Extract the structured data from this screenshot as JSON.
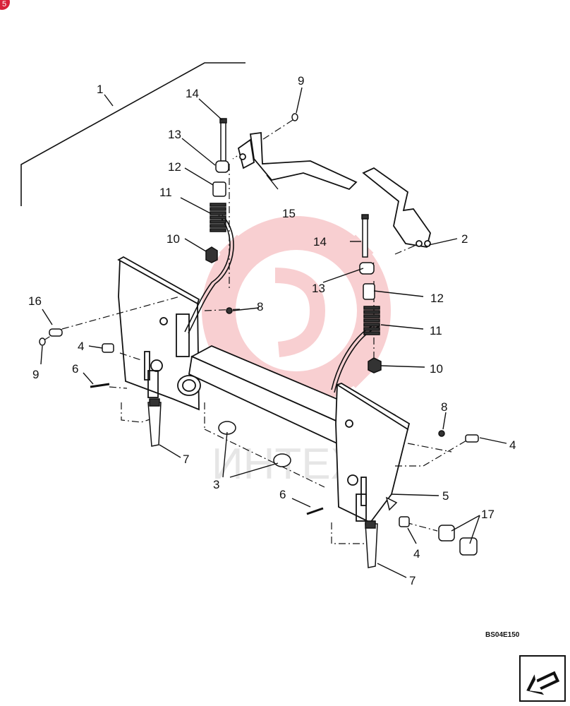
{
  "badge": {
    "text": "5"
  },
  "drawing_code": "BS04E150",
  "watermark": {
    "text": "ИНТЕХ",
    "color": "#f3a9ad"
  },
  "icons": {
    "nav": "next-page-arrow-icon",
    "watermark": "gear-logo-icon"
  },
  "callouts": [
    {
      "id": "c1",
      "text": "1"
    },
    {
      "id": "c2",
      "text": "2"
    },
    {
      "id": "c3",
      "text": "3"
    },
    {
      "id": "c4a",
      "text": "4"
    },
    {
      "id": "c4b",
      "text": "4"
    },
    {
      "id": "c4c",
      "text": "4"
    },
    {
      "id": "c5",
      "text": "5"
    },
    {
      "id": "c6a",
      "text": "6"
    },
    {
      "id": "c6b",
      "text": "6"
    },
    {
      "id": "c7a",
      "text": "7"
    },
    {
      "id": "c7b",
      "text": "7"
    },
    {
      "id": "c8a",
      "text": "8"
    },
    {
      "id": "c8b",
      "text": "8"
    },
    {
      "id": "c9a",
      "text": "9"
    },
    {
      "id": "c9b",
      "text": "9"
    },
    {
      "id": "c10a",
      "text": "10"
    },
    {
      "id": "c10b",
      "text": "10"
    },
    {
      "id": "c11a",
      "text": "11"
    },
    {
      "id": "c11b",
      "text": "11"
    },
    {
      "id": "c12a",
      "text": "12"
    },
    {
      "id": "c12b",
      "text": "12"
    },
    {
      "id": "c13a",
      "text": "13"
    },
    {
      "id": "c13b",
      "text": "13"
    },
    {
      "id": "c14a",
      "text": "14"
    },
    {
      "id": "c14b",
      "text": "14"
    },
    {
      "id": "c15",
      "text": "15"
    },
    {
      "id": "c16",
      "text": "16"
    },
    {
      "id": "c17",
      "text": "17"
    }
  ]
}
